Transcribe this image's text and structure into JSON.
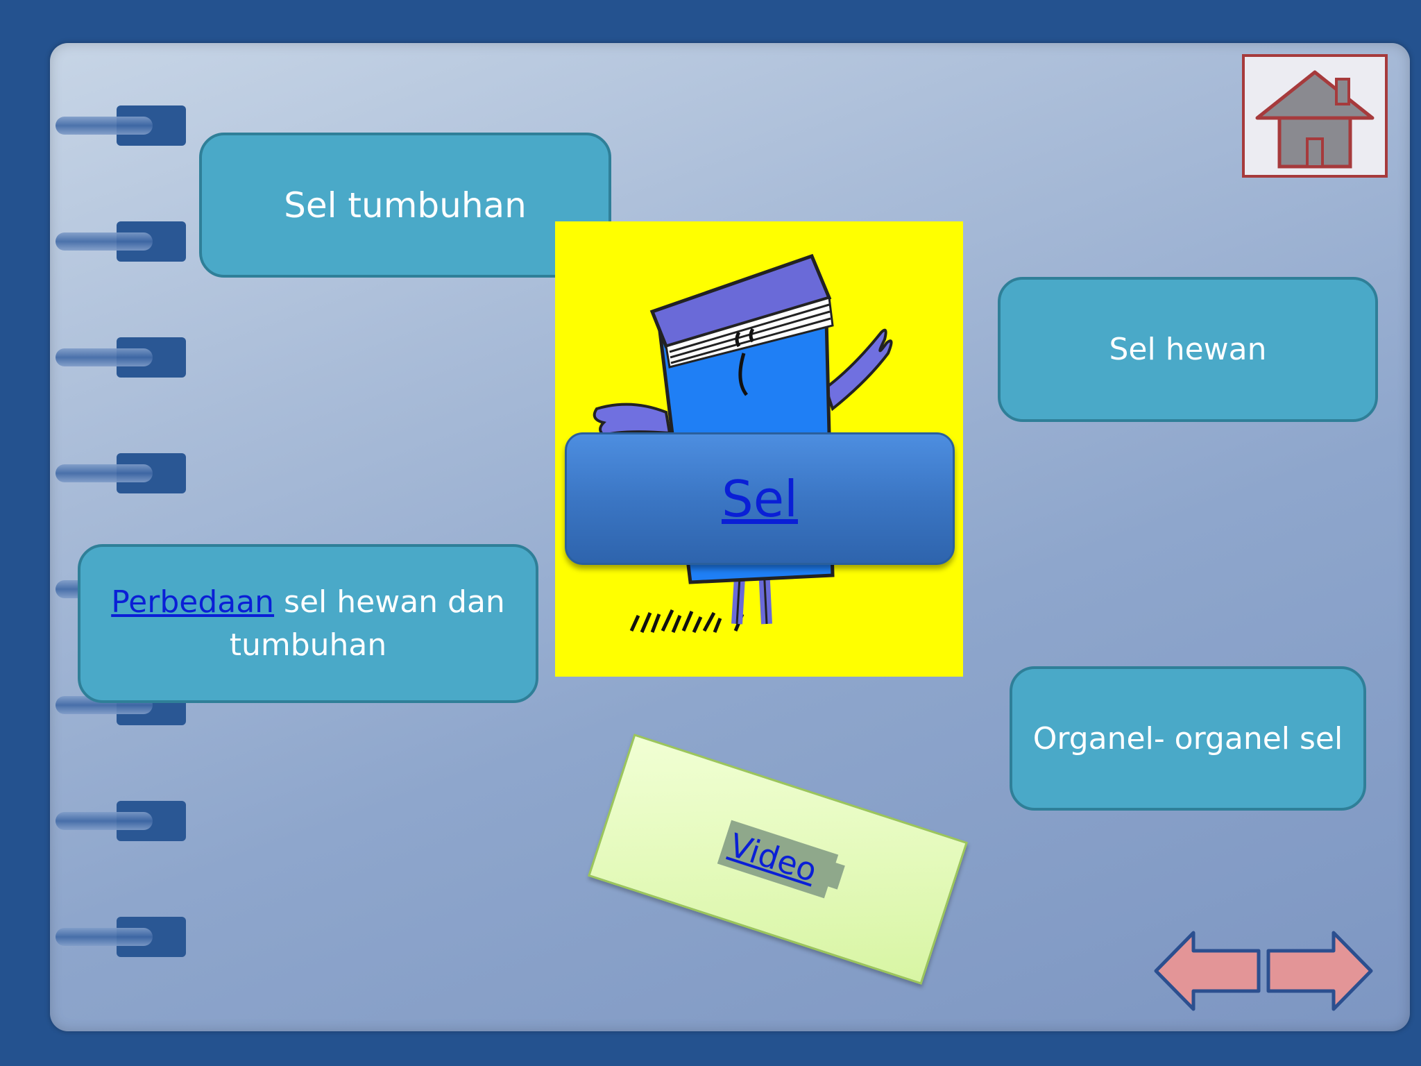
{
  "boxes": {
    "sel_tumbuhan": "Sel tumbuhan",
    "sel_hewan": "Sel hewan",
    "organel": "Organel- organel sel",
    "perbedaan_link": "Perbedaan",
    "perbedaan_rest": " sel hewan dan tumbuhan"
  },
  "center": {
    "sel_label": "Sel"
  },
  "video": {
    "label": "Video"
  },
  "icons": {
    "home": "home-icon",
    "prev": "arrow-left-icon",
    "next": "arrow-right-icon",
    "mascot": "book-mascot-icon"
  },
  "colors": {
    "box_fill": "#4aa9c8",
    "link": "#0a1fd6",
    "yellow": "#ffff00",
    "arrow_fill": "#e39597"
  }
}
